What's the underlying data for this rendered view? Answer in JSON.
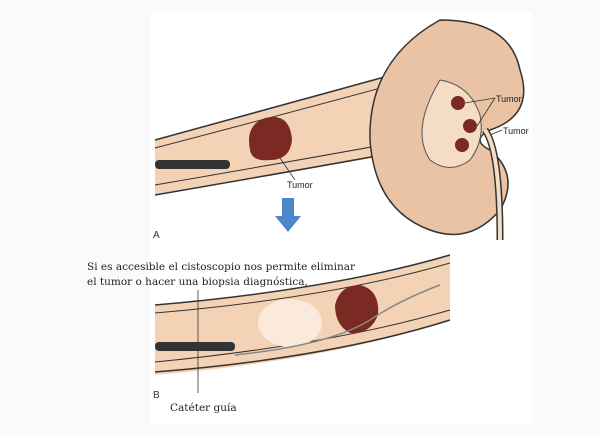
{
  "labels": {
    "tumor_a": "Tumor",
    "tumor_kidney_1": "Tumor",
    "tumor_kidney_2": "Tumor",
    "panel_a": "A",
    "panel_b": "B",
    "description_line1": "Si es accesible el cistoscopio nos permite eliminar",
    "description_line2": "el tumor o hacer una biopsia  diagnóstica,",
    "catheter": "Catéter guía"
  },
  "colors": {
    "tissue": "#f0c9a8",
    "tumor": "#7a2a22",
    "arrow": "#4a86c8"
  }
}
